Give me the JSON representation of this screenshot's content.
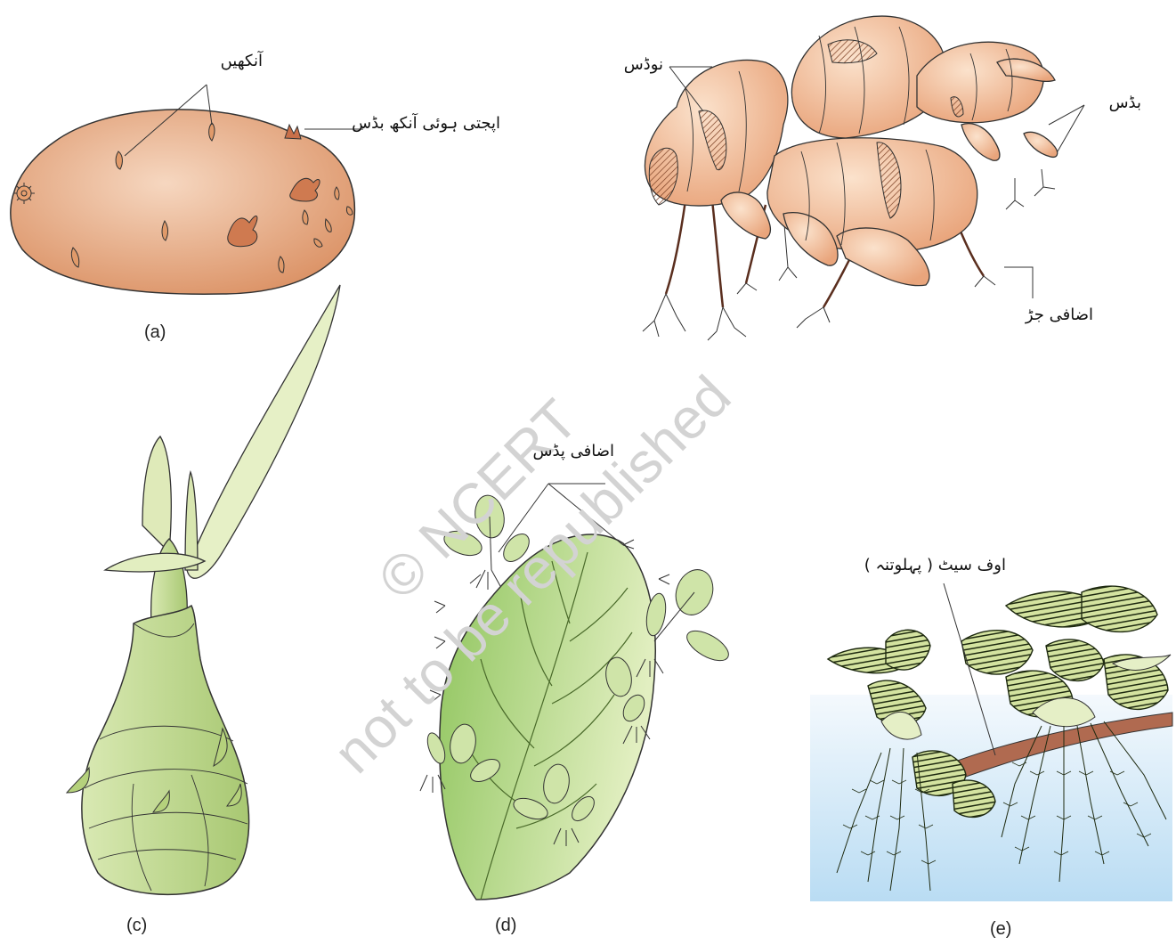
{
  "watermark": {
    "line1": "© NCERT",
    "line2": "not to be republished"
  },
  "panels": {
    "a": {
      "caption": "(a)",
      "label_eyes": "آنکھیں",
      "label_sprouting_eye": "اپجتی ہوئی آنکھ بڈس"
    },
    "b": {
      "label_nodes": "نوڈس",
      "label_buds": "بڈس",
      "label_adventitious_root": "اضافی جڑ"
    },
    "c": {
      "caption": "(c)"
    },
    "d": {
      "caption": "(d)",
      "label_adventitious_buds": "اضافی پڈس"
    },
    "e": {
      "caption": "(e)",
      "label_offset": "اوف سیٹ ( پہلوتنہ )"
    }
  },
  "colors": {
    "potato": "#e0a07a",
    "ginger": "#f2c4a0",
    "bulb": "#c5dc98",
    "leaf": "#a8cf73",
    "water": "#cfe6f5",
    "striped_leaf": "#c9d98e"
  }
}
